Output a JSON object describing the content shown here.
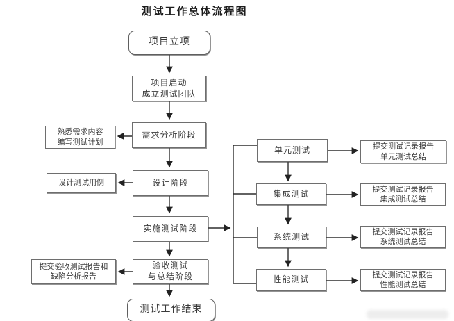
{
  "title": "测试工作总体流程图",
  "nodes": {
    "start": {
      "label": "项目立项"
    },
    "kickoff": {
      "label": "项目启动\n成立测试团队"
    },
    "requirement": {
      "label": "需求分析阶段"
    },
    "requirement_side": {
      "label": "熟悉需求内容\n编写测试计划"
    },
    "design": {
      "label": "设计阶段"
    },
    "design_side": {
      "label": "设计测试用例"
    },
    "implement": {
      "label": "实施测试阶段"
    },
    "acceptance": {
      "label": "验收测试\n与总结阶段"
    },
    "acceptance_side": {
      "label": "提交验收测试报告和\n缺陷分析报告"
    },
    "end": {
      "label": "测试工作结束"
    },
    "unit": {
      "label": "单元测试"
    },
    "unit_report": {
      "label": "提交测试记录报告\n单元测试总结"
    },
    "integration": {
      "label": "集成测试"
    },
    "integration_report": {
      "label": "提交测试记录报告\n集成测试总结"
    },
    "system": {
      "label": "系统测试"
    },
    "system_report": {
      "label": "提交测试记录报告\n系统测试总结"
    },
    "performance": {
      "label": "性能测试"
    },
    "performance_report": {
      "label": "提交测试记录报告\n性能测试总结"
    }
  },
  "colors": {
    "line": "#2e2e2e",
    "border": "#6e6e6e",
    "text": "#3a3a3a",
    "background": "#ffffff"
  }
}
